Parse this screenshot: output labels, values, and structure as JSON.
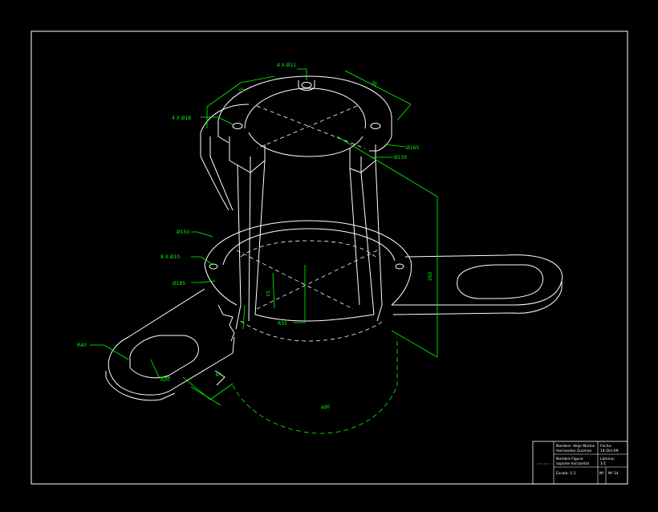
{
  "drawing": {
    "dimensions": {
      "holes_top": "4 X Ø11",
      "holes_side": "4 X Ø18",
      "dia_top_outer": "Ø165",
      "dia_top_inner": "Ø130",
      "dia_base_pcd": "Ø150",
      "holes_base": "8 X Ø10",
      "dia_base": "Ø185",
      "radius_r35": "R35",
      "radius_r40": "R40",
      "radius_r20": "R20",
      "height": "260",
      "len_top_left": "25",
      "len_top_right": "35",
      "len_mid": "15",
      "len_foot": "45",
      "bottom_arc": "400"
    },
    "title_block": {
      "author_label": "Nombre: Alejo Muñoz",
      "author_name": "Hernandez Guzman",
      "date_label": "Fecha:",
      "date_value": "14-Oct-09",
      "piece_label": "Nombre Figura:",
      "piece_value": "soporte horizontal",
      "sheet_label": "Lámina:",
      "sheet_value": "1/1",
      "scale": "Escala: 1:1",
      "number_label": "Nº",
      "number_value": "Nº 14"
    }
  }
}
